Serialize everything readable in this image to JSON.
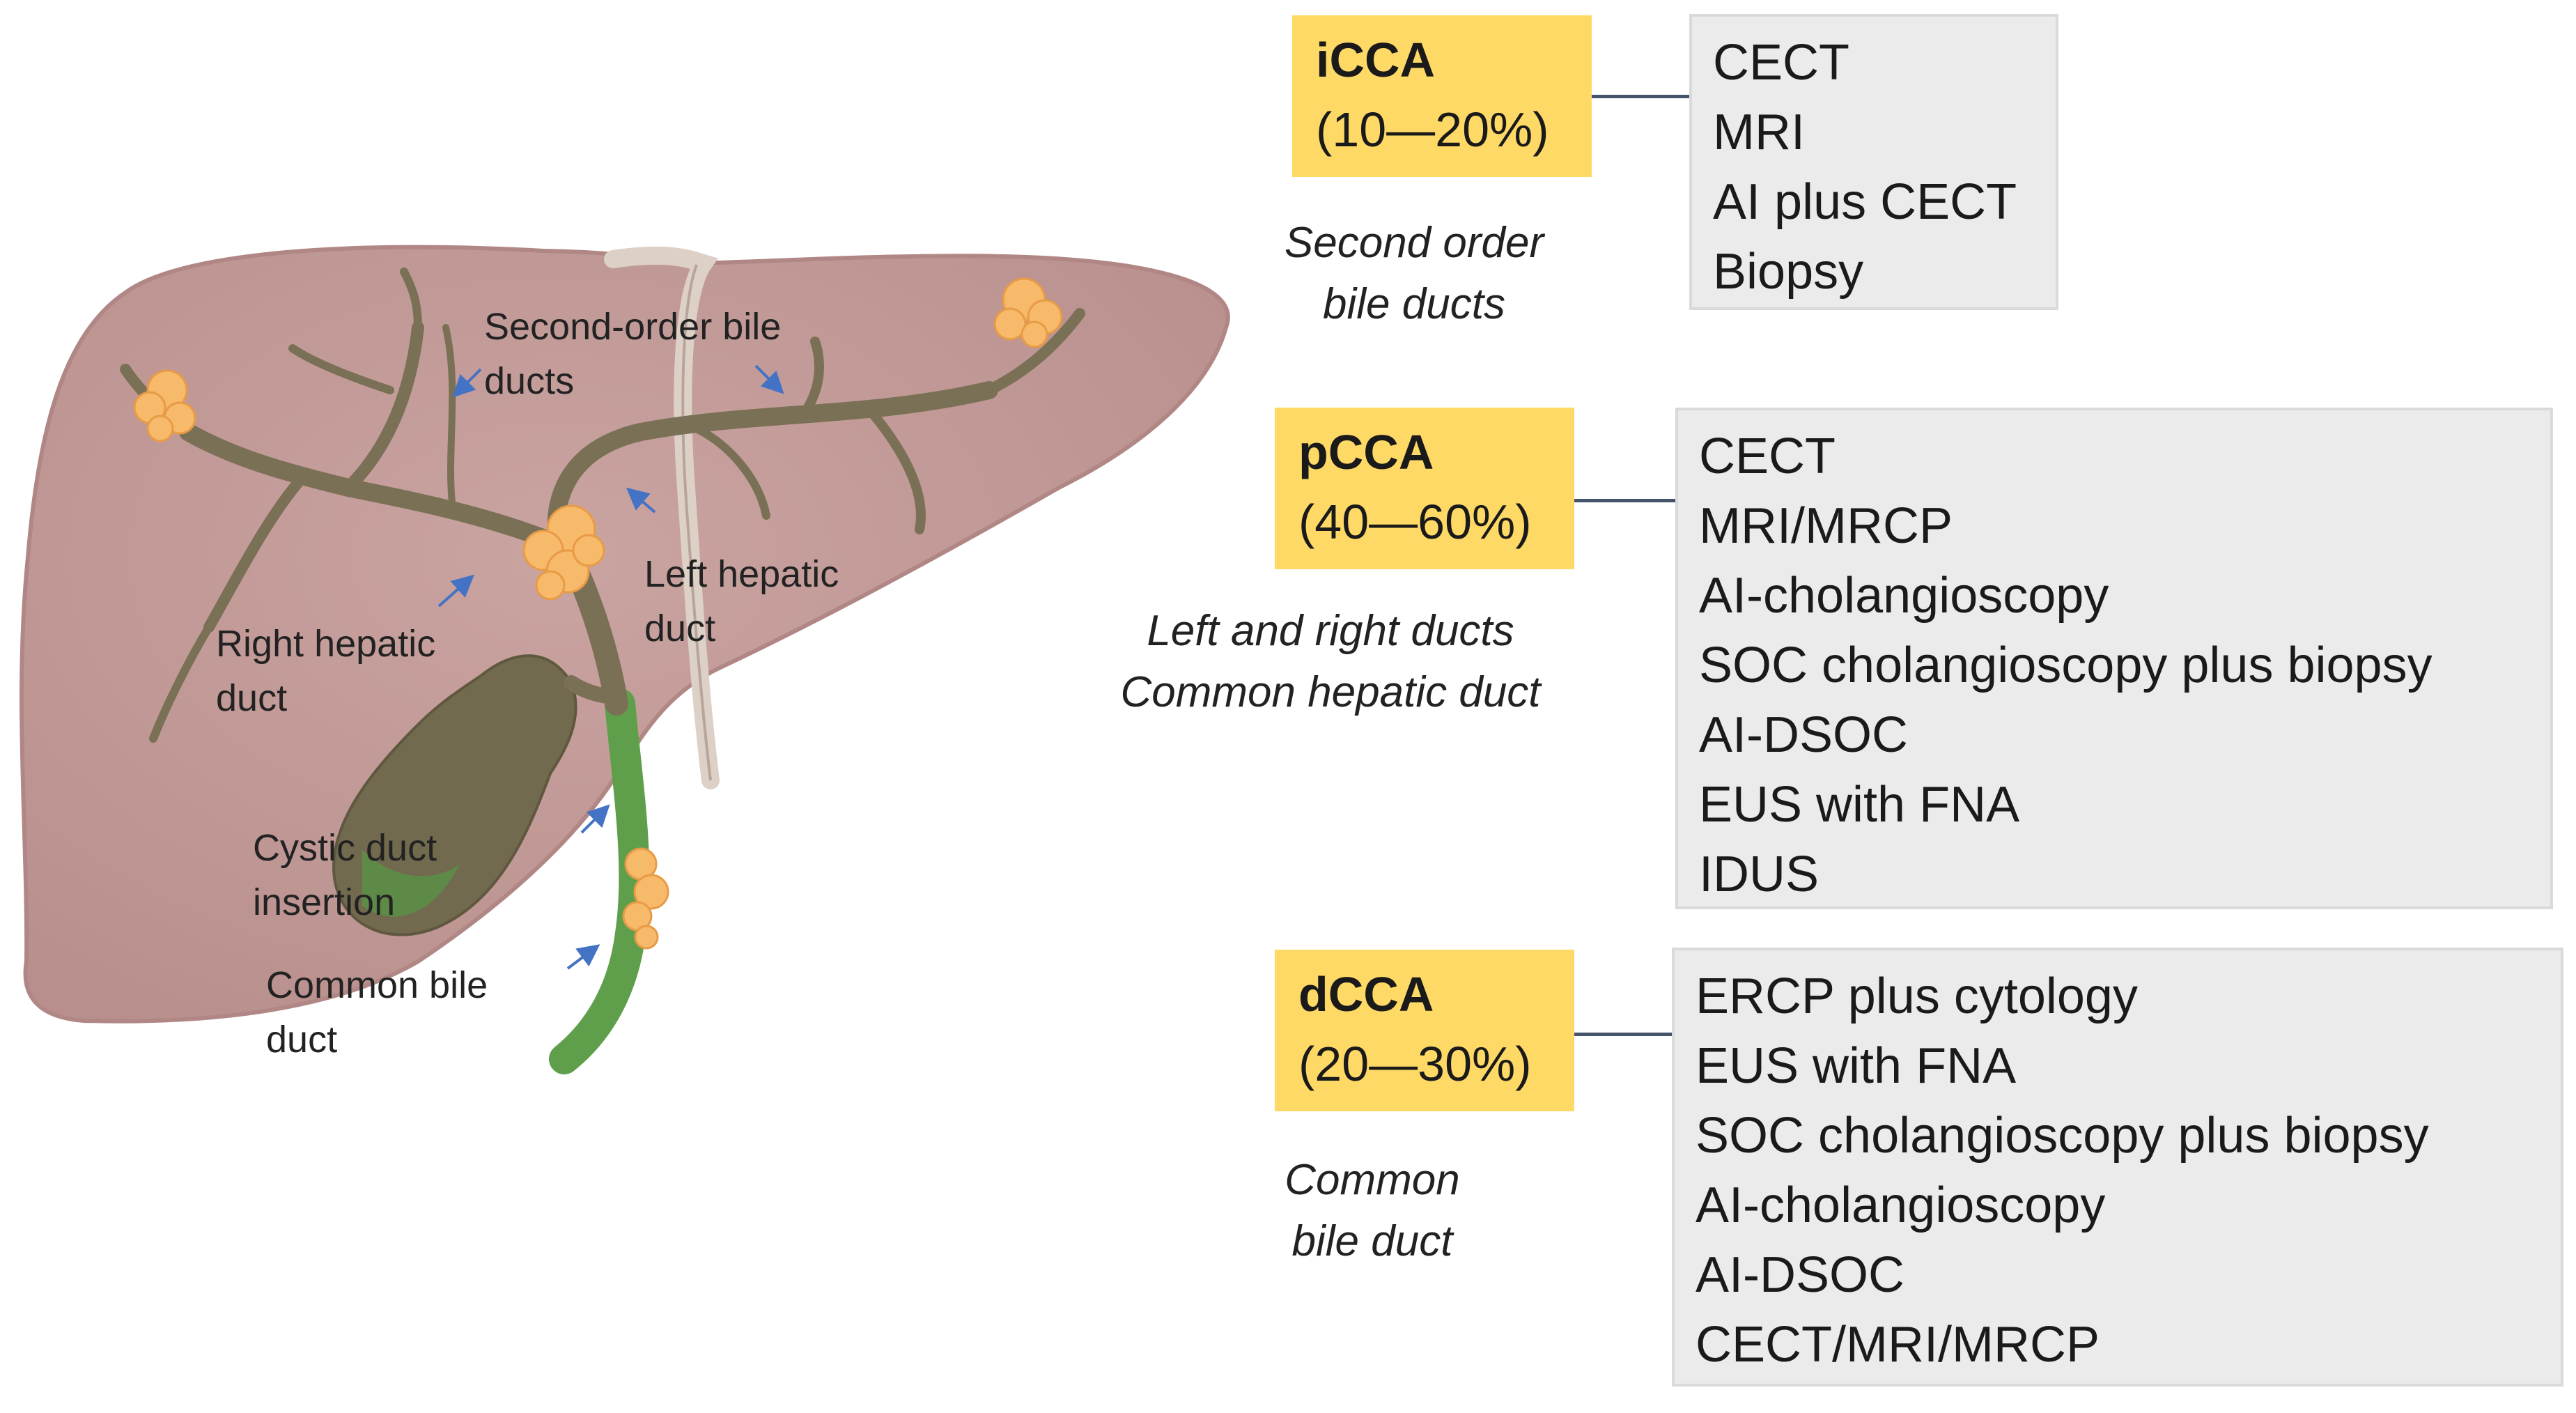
{
  "anatomy_labels": {
    "second_order": [
      "Second-order bile",
      "ducts"
    ],
    "left_hepatic": [
      "Left hepatic",
      "duct"
    ],
    "right_hepatic": [
      "Right hepatic",
      "duct"
    ],
    "cystic": [
      "Cystic duct",
      "insertion"
    ],
    "common_bile": [
      "Common bile",
      "duct"
    ]
  },
  "types": [
    {
      "name": "iCCA",
      "pct": "(10—20%)",
      "location": [
        "Second order",
        "bile ducts"
      ],
      "methods": [
        "CECT",
        "MRI",
        "AI plus CECT",
        "Biopsy"
      ]
    },
    {
      "name": "pCCA",
      "pct": "(40—60%)",
      "location": [
        "Left and right ducts",
        "Common hepatic duct"
      ],
      "methods": [
        "CECT",
        "MRI/MRCP",
        "AI-cholangioscopy",
        "SOC cholangioscopy plus biopsy",
        "AI-DSOC",
        "EUS with FNA",
        "IDUS"
      ]
    },
    {
      "name": "dCCA",
      "pct": "(20—30%)",
      "location": [
        "Common",
        "bile duct"
      ],
      "methods": [
        "ERCP plus cytology",
        "EUS with FNA",
        "SOC cholangioscopy plus biopsy",
        "AI-cholangioscopy",
        "AI-DSOC",
        "CECT/MRI/MRCP"
      ]
    }
  ],
  "colors": {
    "type_box": "#ffd966",
    "method_box": "#ebebeb",
    "connector": "#44546a",
    "liver": "#c29c99",
    "bile_duct": "#7a7055",
    "tumor": "#f7b96a",
    "arrow": "#4472c4"
  }
}
